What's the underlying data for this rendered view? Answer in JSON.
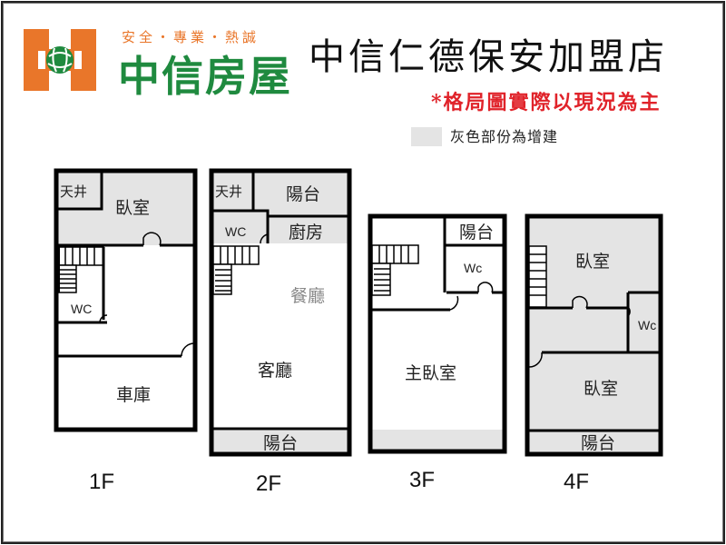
{
  "header": {
    "logo": {
      "slogan": "安全・專業・熱誠",
      "brand_name": "中信房屋",
      "colors": {
        "orange": "#e9762a",
        "green": "#1f8a3f"
      },
      "icon": "globe-icon"
    },
    "store_title": "中信仁德保安加盟店",
    "disclaimer": "*格局圖實際以現況為主",
    "disclaimer_color": "#e0232a",
    "legend": {
      "swatch_color": "#e4e4e4",
      "text": "灰色部份為增建"
    }
  },
  "floors": [
    {
      "label": "1F",
      "rooms": [
        {
          "name": "天井",
          "extension": true
        },
        {
          "name": "臥室",
          "extension": true
        },
        {
          "name": "WC",
          "extension": false
        },
        {
          "name": "車庫",
          "extension": false
        }
      ],
      "has_stairs": true
    },
    {
      "label": "2F",
      "rooms": [
        {
          "name": "天井",
          "extension": true
        },
        {
          "name": "陽台",
          "extension": true
        },
        {
          "name": "WC",
          "extension": true
        },
        {
          "name": "廚房",
          "extension": true
        },
        {
          "name": "餐廳",
          "extension": false
        },
        {
          "name": "客廳",
          "extension": false
        },
        {
          "name": "陽台",
          "extension": true
        }
      ],
      "has_stairs": true
    },
    {
      "label": "3F",
      "rooms": [
        {
          "name": "陽台",
          "extension": false
        },
        {
          "name": "Wc",
          "extension": false
        },
        {
          "name": "主臥室",
          "extension": false
        }
      ],
      "has_stairs": true
    },
    {
      "label": "4F",
      "rooms": [
        {
          "name": "臥室",
          "extension": true
        },
        {
          "name": "Wc",
          "extension": true
        },
        {
          "name": "臥室",
          "extension": true
        },
        {
          "name": "陽台",
          "extension": true
        }
      ],
      "has_stairs": true
    }
  ]
}
